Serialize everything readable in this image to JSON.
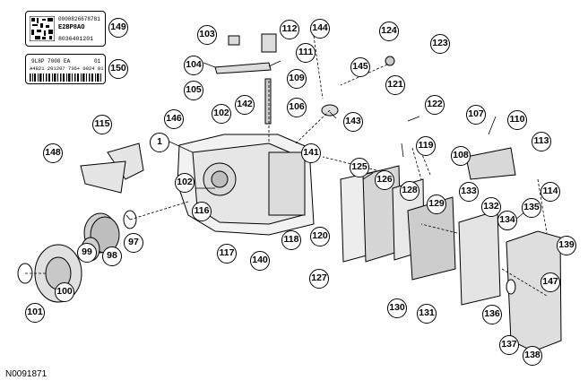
{
  "figure": {
    "reference_code": "N0091871",
    "label_149": {
      "line1": "0000826678781",
      "line2": "E2BP8AO",
      "line3": "8036401201"
    },
    "label_150": {
      "line1": "9L8P 7000 EA",
      "line2": "01",
      "line3": "A4821 201207 736+ 0024 01"
    },
    "callouts": [
      "1",
      "97",
      "98",
      "99",
      "100",
      "101",
      "102",
      "102",
      "103",
      "104",
      "105",
      "106",
      "107",
      "108",
      "109",
      "110",
      "111",
      "112",
      "113",
      "114",
      "115",
      "116",
      "117",
      "118",
      "119",
      "120",
      "121",
      "122",
      "123",
      "124",
      "125",
      "126",
      "127",
      "128",
      "129",
      "130",
      "131",
      "132",
      "133",
      "134",
      "135",
      "136",
      "137",
      "138",
      "139",
      "140",
      "141",
      "142",
      "143",
      "144",
      "145",
      "146",
      "147",
      "148",
      "149",
      "150"
    ]
  }
}
